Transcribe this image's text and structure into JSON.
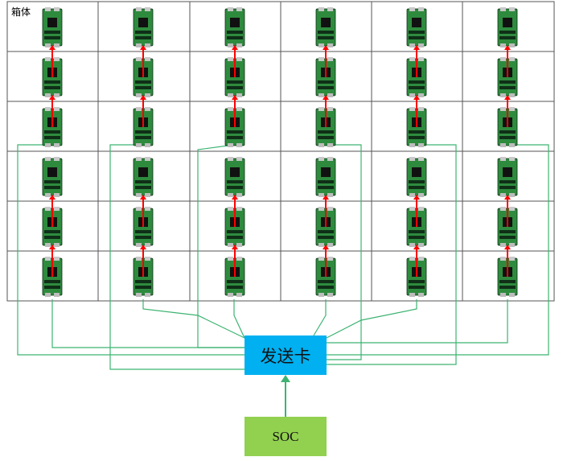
{
  "cabinet": {
    "label": "箱体",
    "rows": 6,
    "cols": 6
  },
  "sender_card": {
    "label": "发送卡"
  },
  "soc": {
    "label": "SOC"
  },
  "colors": {
    "grid_line": "#555555",
    "signal_arrow": "#ff0000",
    "cable": "#3cb371",
    "sender_fill": "#00b0f0",
    "soc_fill": "#92d050",
    "pcb_green": "#2e8b3e",
    "pcb_dark": "#0f2f17",
    "chip": "#111111"
  },
  "icons": {
    "receiver_card": "receiver-card-icon",
    "arrow": "red-arrow-icon"
  }
}
